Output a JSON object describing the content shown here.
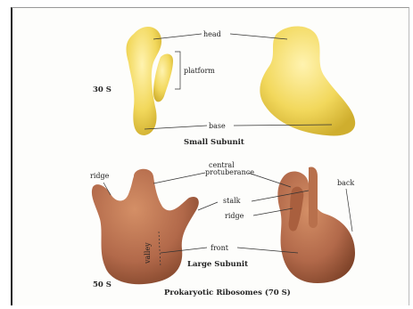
{
  "figure": {
    "title": "Prokaryotic Ribosomes (70 S)",
    "small_subunit": {
      "caption": "Small Subunit",
      "size_label": "30 S",
      "labels": {
        "head": "head",
        "platform": "platform",
        "base": "base"
      }
    },
    "large_subunit": {
      "caption": "Large Subunit",
      "size_label": "50 S",
      "labels": {
        "ridge_left": "ridge",
        "central_protuberance": "central protuberance",
        "stalk": "stalk",
        "ridge_right": "ridge",
        "back": "back",
        "front": "front",
        "valley": "valley"
      }
    },
    "colors": {
      "small": "#f4dc6a",
      "small_shade": "#d9b93a",
      "large": "#b5704a",
      "large_shade": "#8a4d30"
    }
  }
}
